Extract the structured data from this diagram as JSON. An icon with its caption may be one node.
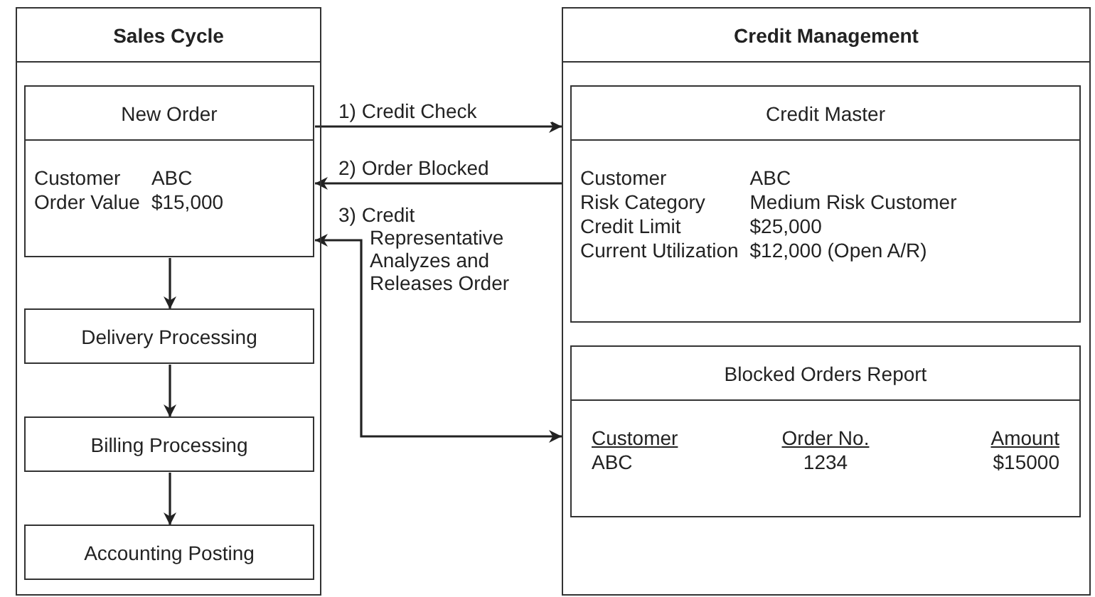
{
  "diagram": {
    "nodes": [
      {
        "text": [
          "Sales Cycle"
        ]
      },
      {
        "text": [
          "New Order",
          "Customer",
          "ABC",
          "Order Value",
          "$15,000"
        ],
        "in": 0
      },
      {
        "text": [
          "Delivery Processing"
        ],
        "in": 0
      },
      {
        "text": [
          "Billing Processing"
        ],
        "in": 0
      },
      {
        "text": [
          "Accounting Posting"
        ],
        "in": 0
      },
      {
        "text": [
          "Credit Management"
        ]
      },
      {
        "text": [
          "Credit Master",
          "Customer",
          "ABC",
          "Risk Category",
          "Medium Risk Customer",
          "Credit Limit",
          "$25,000",
          "Current Utilization",
          "$12,000 (Open A/R)"
        ],
        "in": 5
      },
      {
        "text": [
          "Blocked Orders Report",
          "Customer",
          "Order No.",
          "Amount",
          "ABC",
          "1234",
          "$15000"
        ],
        "in": 5
      }
    ],
    "edges": [
      {
        "from": 1,
        "to": 5,
        "label": "1) Credit Check",
        "arrow": "to"
      },
      {
        "from": 5,
        "to": 1,
        "label": "2) Order Blocked",
        "arrow": "to"
      },
      {
        "from": 1,
        "to": 5,
        "label": "3) Credit Representative Analyzes and Releases Order",
        "arrow": "both"
      },
      {
        "from": 1,
        "to": 2,
        "arrow": "to"
      },
      {
        "from": 2,
        "to": 3,
        "arrow": "to"
      },
      {
        "from": 3,
        "to": 4,
        "arrow": "to"
      }
    ]
  }
}
